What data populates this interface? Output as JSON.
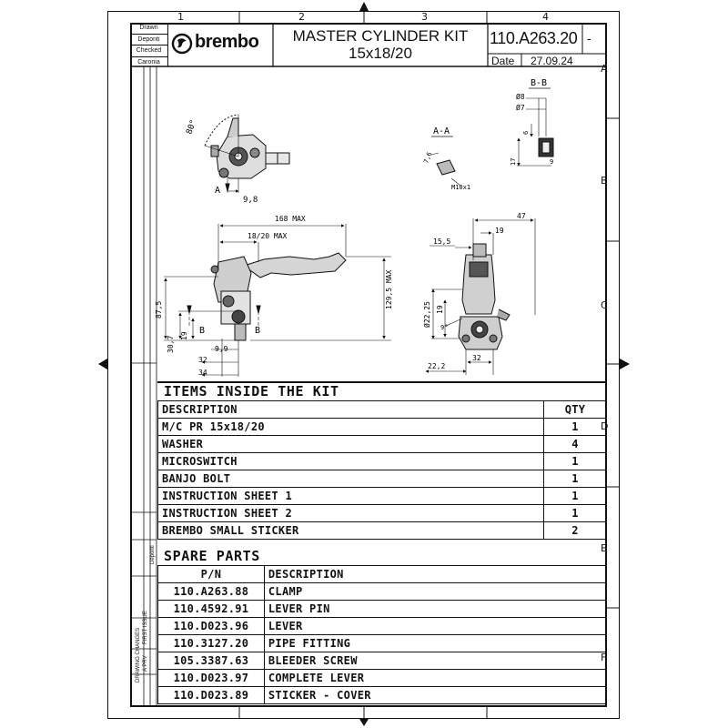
{
  "grid": {
    "columns": [
      "1",
      "2",
      "3",
      "4"
    ],
    "rows": [
      "A",
      "B",
      "C",
      "D",
      "E",
      "F"
    ]
  },
  "title_block": {
    "labels": [
      "Drawn",
      "Deponti",
      "Checked",
      "Caronia"
    ],
    "brand": "brembo",
    "title_line1": "MASTER CYLINDER KIT",
    "title_line2": "15x18/20",
    "part_number": "110.A263.20",
    "revision_mark": "-",
    "date_label": "Date",
    "date_value": "27.09.24"
  },
  "views": {
    "section_bb": "B-B",
    "section_aa": "A-A",
    "label_a": "A",
    "label_b": "B"
  },
  "dimensions": {
    "angle_80": "80°",
    "d_9_8": "9,8",
    "d_168max": "168 MAX",
    "d_18_20max": "18/20 MAX",
    "d_87_5": "87,5",
    "d_19a": "19",
    "d_30_7": "30,7",
    "d_9_9": "9,9",
    "d_32a": "32",
    "d_34": "34",
    "d_129_5max": "129,5 MAX",
    "d_7_6": "7,6",
    "d_m10": "M10x1",
    "d_phi8": "Ø8",
    "d_phi7": "Ø7",
    "d_6": "6",
    "d_17": "17",
    "d_9": "9",
    "d_47": "47",
    "d_19b": "19",
    "d_15_5": "15,5",
    "d_phi22_25": "Ø22,25",
    "d_19c": "19",
    "d_9deg": "9°",
    "d_22_2": "22,2",
    "d_32b": "32"
  },
  "kit": {
    "title": "ITEMS INSIDE THE KIT",
    "col_desc": "DESCRIPTION",
    "col_qty": "QTY",
    "rows": [
      {
        "desc": "M/C PR 15x18/20",
        "qty": "1"
      },
      {
        "desc": "WASHER",
        "qty": "4"
      },
      {
        "desc": "MICROSWITCH",
        "qty": "1"
      },
      {
        "desc": "BANJO BOLT",
        "qty": "1"
      },
      {
        "desc": "INSTRUCTION SHEET 1",
        "qty": "1"
      },
      {
        "desc": "INSTRUCTION SHEET 2",
        "qty": "1"
      },
      {
        "desc": "BREMBO SMALL STICKER",
        "qty": "2"
      }
    ]
  },
  "spare": {
    "title": "SPARE PARTS",
    "col_pn": "P/N",
    "col_desc": "DESCRIPTION",
    "rows": [
      {
        "pn": "110.A263.88",
        "desc": "CLAMP"
      },
      {
        "pn": "110.4592.91",
        "desc": "LEVER PIN"
      },
      {
        "pn": "110.D023.96",
        "desc": "LEVER"
      },
      {
        "pn": "110.3127.20",
        "desc": "PIPE FITTING"
      },
      {
        "pn": "105.3387.63",
        "desc": "BLEEDER SCREW"
      },
      {
        "pn": "110.D023.97",
        "desc": "COMPLETE LEVER"
      },
      {
        "pn": "110.D023.89",
        "desc": "STICKER - COVER"
      }
    ]
  },
  "side_strip": {
    "labels": [
      "DRAWING CHANGES",
      "A PRV",
      "FIRST ISSUE",
      "Deponti"
    ]
  }
}
